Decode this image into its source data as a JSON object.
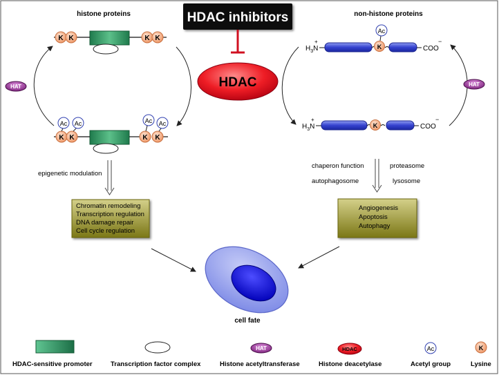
{
  "title": "HDAC inhibitors",
  "hdac": "HDAC",
  "hat": "HAT",
  "lysine_k": "K",
  "acetyl_ac": "Ac",
  "histone": {
    "label": "histone proteins",
    "modulation": "epigenetic modulation",
    "outcomes": [
      "Chromatin remodeling",
      "Transcription regulation",
      "DNA damage repair",
      "Cell cycle regulation"
    ]
  },
  "nonhistone": {
    "label": "non-histone proteins",
    "n_term": "H3N",
    "n_charge": "+",
    "c_term": "COO",
    "c_charge": "−",
    "processes": [
      "chaperon function",
      "proteasome",
      "autophagosome",
      "lysosome"
    ],
    "outcomes": [
      "Angiogenesis",
      "Apoptosis",
      "Autophagy"
    ]
  },
  "cell_fate": "cell fate",
  "legend": [
    {
      "key": "promoter",
      "label": "HDAC-sensitive promoter"
    },
    {
      "key": "tf",
      "label": "Transcription factor complex"
    },
    {
      "key": "hat",
      "label": "Histone acetyltransferase",
      "glyph": "HAT"
    },
    {
      "key": "hdac",
      "label": "Histone deacetylase",
      "glyph": "HDAC"
    },
    {
      "key": "ac",
      "label": "Acetyl group",
      "glyph": "Ac"
    },
    {
      "key": "k",
      "label": "Lysine",
      "glyph": "K"
    }
  ],
  "colors": {
    "promoter": "#2e8b57",
    "hdac_red": "#e8101a",
    "hat_purple": "#8e2a8e",
    "lysine": "#f2a275",
    "peptide_blue": "#3f51d8",
    "box_olive": "#8e8a1c",
    "cell_outer": "#9aa5f0",
    "cell_nucleus": "#1010e0"
  }
}
